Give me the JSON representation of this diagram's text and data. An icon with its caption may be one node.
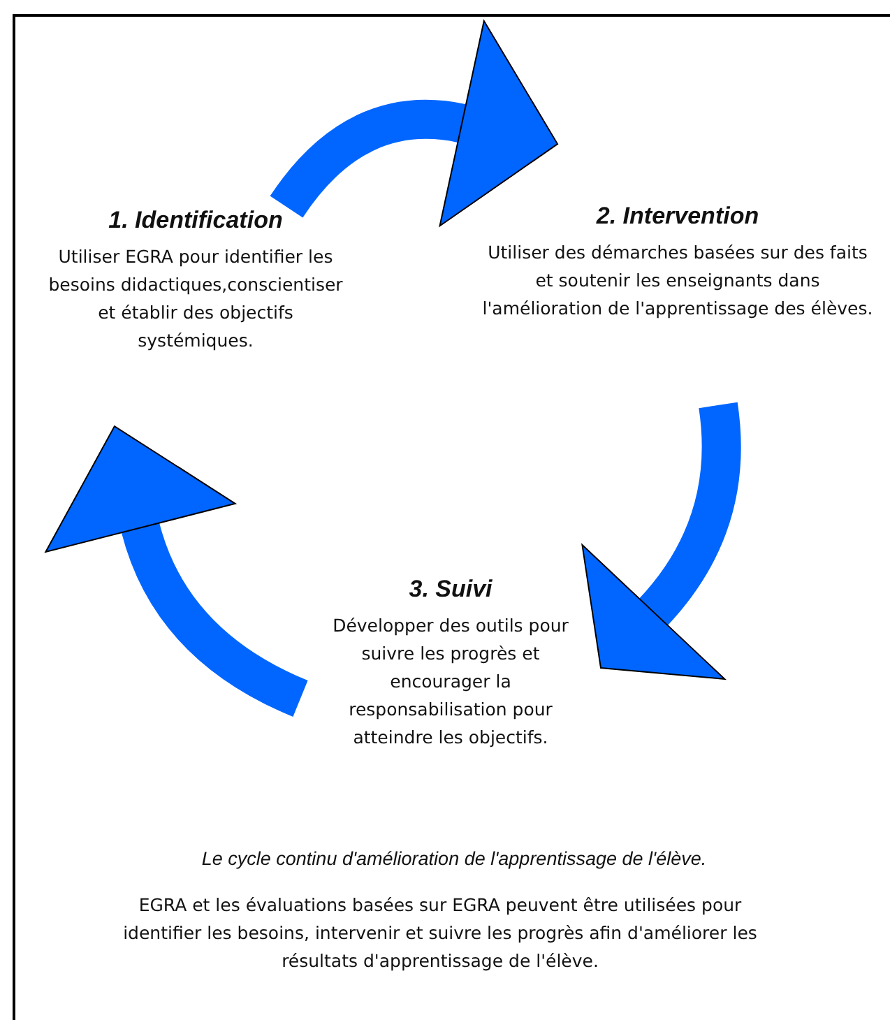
{
  "diagram": {
    "caption": "Le cycle continu d'amélioration de l'apprentissage de l'élève.",
    "nodes": [
      {
        "text": [
          "1. Identification",
          "Utiliser EGRA pour identifier les besoins didactiques,conscientiser et établir des objectifs systémiques."
        ]
      },
      {
        "text": [
          "2. Intervention",
          "Utiliser des démarches basées sur des faits et soutenir les enseignants dans l'amélioration de l'apprentissage des élèves."
        ]
      },
      {
        "text": [
          "3. Suivi",
          "Développer des outils pour suivre les progrès et encourager la responsabilisation pour atteindre les objectifs."
        ]
      }
    ],
    "edges": [
      {
        "from": 0,
        "to": 1,
        "arrow": "to"
      },
      {
        "from": 1,
        "to": 2,
        "arrow": "to"
      },
      {
        "from": 2,
        "to": 0,
        "arrow": "to"
      }
    ],
    "labels": [
      "EGRA et les évaluations basées sur EGRA peuvent être utilisées pour identifier les besoins, intervenir et suivre les progrès afin d'améliorer les résultats d'apprentissage de l'élève."
    ]
  }
}
